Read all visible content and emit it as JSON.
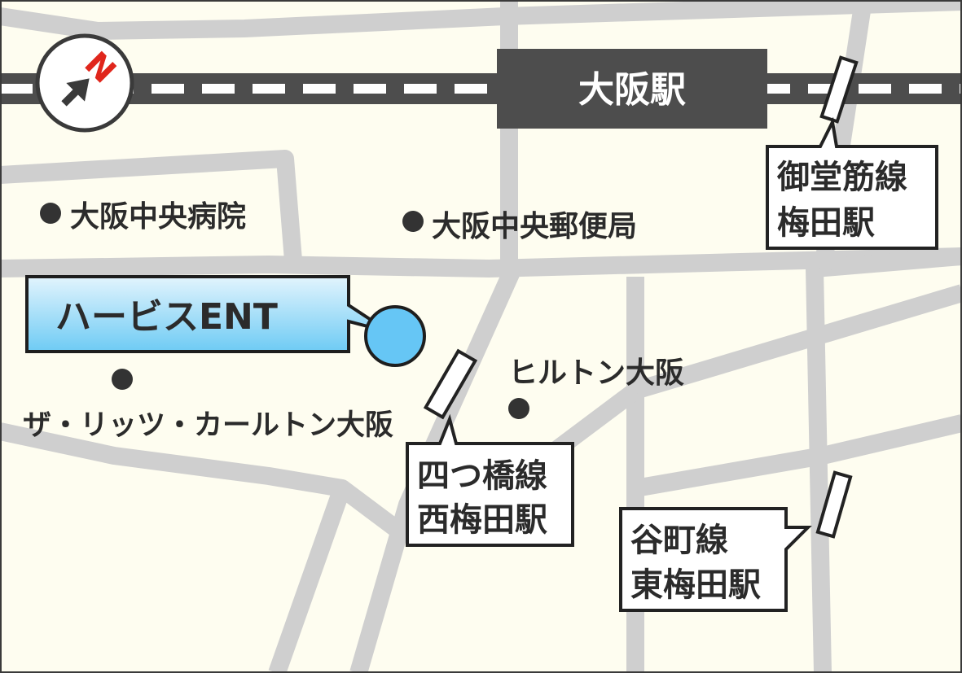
{
  "colors": {
    "background": "#fefdf0",
    "road": "#cfcfcf",
    "rail": "#4d4d4d",
    "station_box": "#4d4d4d",
    "marker_fill": "#66c6f5",
    "callout_top": "#dff3fd",
    "callout_bottom": "#73cdf5",
    "text": "#2b2b2b",
    "compass_n": "#e0261c"
  },
  "compass": {
    "letter": "N",
    "icon": "north-arrow-icon"
  },
  "main_station": {
    "label": "大阪駅"
  },
  "destination": {
    "label": "ハービスENT"
  },
  "landmarks": [
    {
      "label": "大阪中央病院"
    },
    {
      "label": "大阪中央郵便局"
    },
    {
      "label": "ヒルトン大阪"
    },
    {
      "label": "ザ・リッツ・カールトン大阪"
    }
  ],
  "stations": [
    {
      "line": "御堂筋線",
      "name": "梅田駅"
    },
    {
      "line": "四つ橋線",
      "name": "西梅田駅"
    },
    {
      "line": "谷町線",
      "name": "東梅田駅"
    }
  ]
}
